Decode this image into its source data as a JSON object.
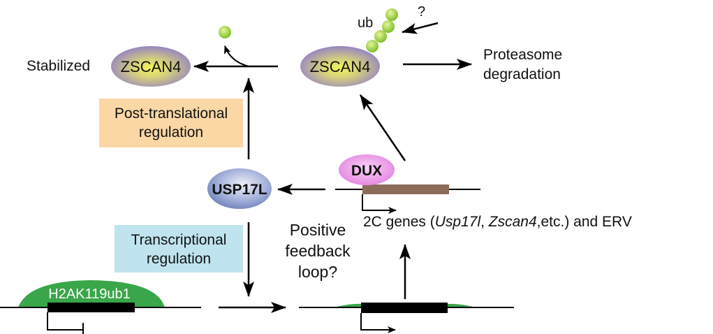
{
  "title": "ZSCAN4 stabilization by USP17L and DUX positive feedback loop",
  "colors": {
    "zscan4_outer": "#9b8ac4",
    "zscan4_inner": "#eef05a",
    "usp17l_outer": "#7f93c8",
    "usp17l_inner": "#e6e9f5",
    "dux": "#e98ee6",
    "ubiquitin": "#8cc63f",
    "post_translational_box": "#fbd7a6",
    "transcriptional_box": "#bfe4ef",
    "gene_body_active": "#8b6b59",
    "gene_body": "#000000",
    "h2ak119ub1": "#3aa64a"
  },
  "nodes": {
    "stabilized_label": "Stabilized",
    "zscan4_left": "ZSCAN4",
    "zscan4_center": "ZSCAN4",
    "ub_label": "ub",
    "question_mark": "?",
    "proteasome_line1": "Proteasome",
    "proteasome_line2": "degradation",
    "usp17l": "USP17L",
    "dux": "DUX",
    "h2ak119ub1": "H2AK119ub1"
  },
  "boxes": {
    "post_translational_line1": "Post-translational",
    "post_translational_line2": "regulation",
    "transcriptional_line1": "Transcriptional",
    "transcriptional_line2": "regulation"
  },
  "feedback": {
    "line1": "Positive",
    "line2": "feedback",
    "line3": "loop?"
  },
  "genes_label": {
    "prefix": "2C genes (",
    "gene1": "Usp17l",
    "sep": ", ",
    "gene2": "Zscan4",
    "suffix": ",etc.) and ERV"
  }
}
